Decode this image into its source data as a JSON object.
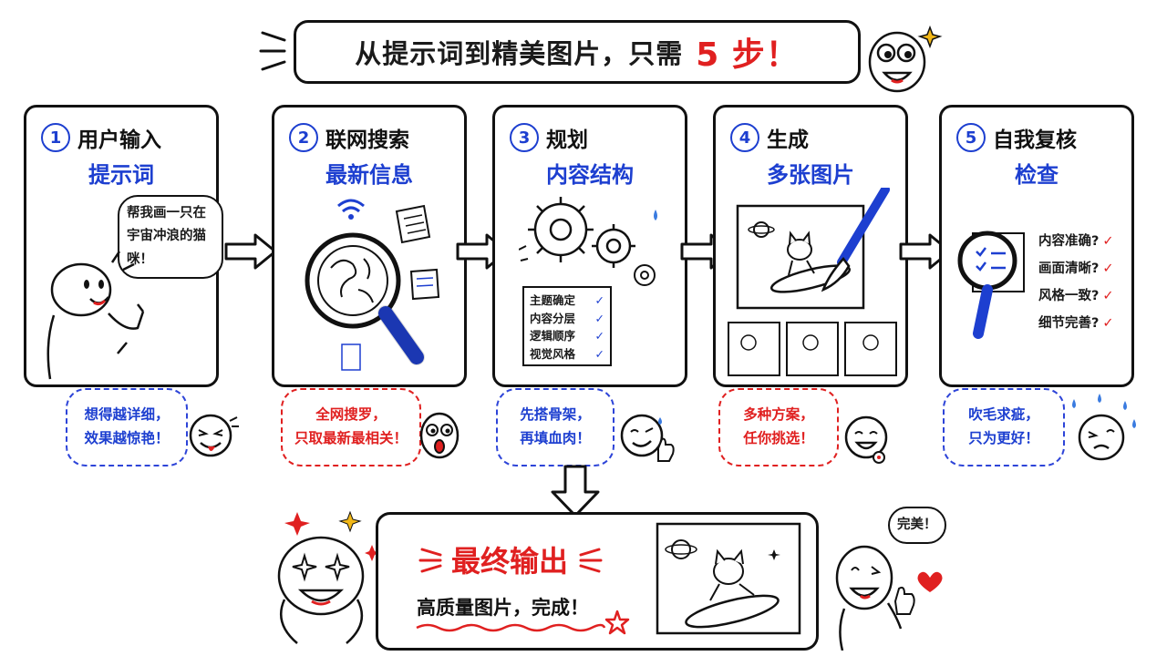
{
  "title": {
    "main": "从提示词到精美图片，只需",
    "accent": "5 步！"
  },
  "steps": [
    {
      "num": "1",
      "title": "用户输入",
      "subtitle": "提示词",
      "speech": "帮我画一只在宇宙冲浪的猫咪！",
      "bubble": [
        "想得越详细，",
        "效果越惊艳！"
      ],
      "bubble_color": "blue"
    },
    {
      "num": "2",
      "title": "联网搜索",
      "subtitle": "最新信息",
      "bubble": [
        "全网搜罗，",
        "只取最新最相关！"
      ],
      "bubble_color": "red"
    },
    {
      "num": "3",
      "title": "规划",
      "subtitle": "内容结构",
      "plan": [
        "主题确定",
        "内容分层",
        "逻辑顺序",
        "视觉风格"
      ],
      "bubble": [
        "先搭骨架，",
        "再填血肉！"
      ],
      "bubble_color": "blue"
    },
    {
      "num": "4",
      "title": "生成",
      "subtitle": "多张图片",
      "bubble": [
        "多种方案，",
        "任你挑选！"
      ],
      "bubble_color": "red"
    },
    {
      "num": "5",
      "title": "自我复核",
      "subtitle": "检查",
      "checks": [
        "内容准确?",
        "画面清晰?",
        "风格一致?",
        "细节完善?"
      ],
      "bubble": [
        "吹毛求疵，",
        "只为更好！"
      ],
      "bubble_color": "blue"
    }
  ],
  "final": {
    "title": "最终输出",
    "subtitle": "高质量图片，完成！",
    "speech": "完美！"
  },
  "colors": {
    "blue": "#1d3fd0",
    "red": "#e02020",
    "ink": "#111111"
  },
  "icons": [
    "gear-icon",
    "magnifier-icon",
    "globe-icon",
    "wifi-icon",
    "paintbrush-icon",
    "cat-surfer-icon",
    "checkmark-icon",
    "sparkle-icon",
    "heart-icon",
    "star-icon"
  ]
}
